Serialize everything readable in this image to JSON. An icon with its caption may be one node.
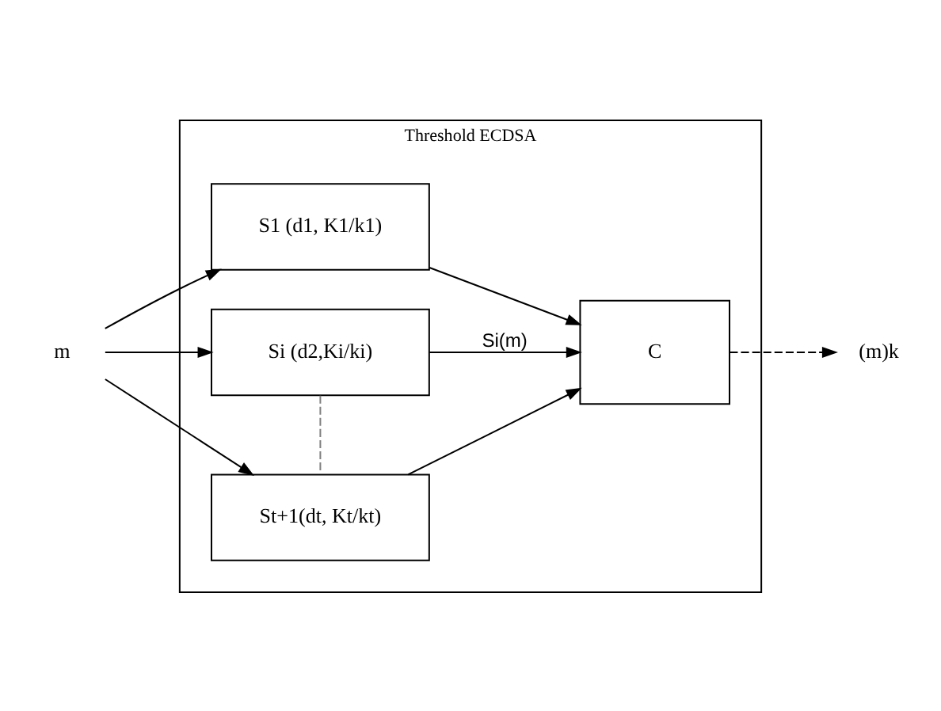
{
  "diagram": {
    "nodes": [
      {
        "text": [
          "Threshold ECDSA"
        ]
      },
      {
        "text": [
          "m"
        ]
      },
      {
        "text": [
          "S1 (d1, K1/k1)"
        ],
        "in": 0
      },
      {
        "text": [
          "Si (d2,Ki/ki)"
        ],
        "in": 0
      },
      {
        "text": [
          "St+1(dt, Kt/kt)"
        ],
        "in": 0
      },
      {
        "text": [
          "C"
        ],
        "in": 0
      },
      {
        "text": [
          "(m)k"
        ]
      }
    ],
    "edges": [
      {
        "from": 1,
        "to": 2,
        "arrow": "to"
      },
      {
        "from": 1,
        "to": 3,
        "arrow": "to"
      },
      {
        "from": 1,
        "to": 4,
        "arrow": "to"
      },
      {
        "from": 2,
        "to": 5,
        "arrow": "to"
      },
      {
        "from": 3,
        "to": 5,
        "arrow": "to",
        "label": "Si(m)"
      },
      {
        "from": 4,
        "to": 5,
        "arrow": "to"
      },
      {
        "from": 3,
        "to": 4,
        "arrow": "none",
        "style": "dashed",
        "color": "#808080"
      },
      {
        "from": 5,
        "to": 6,
        "arrow": "to",
        "style": "dashed"
      }
    ]
  }
}
